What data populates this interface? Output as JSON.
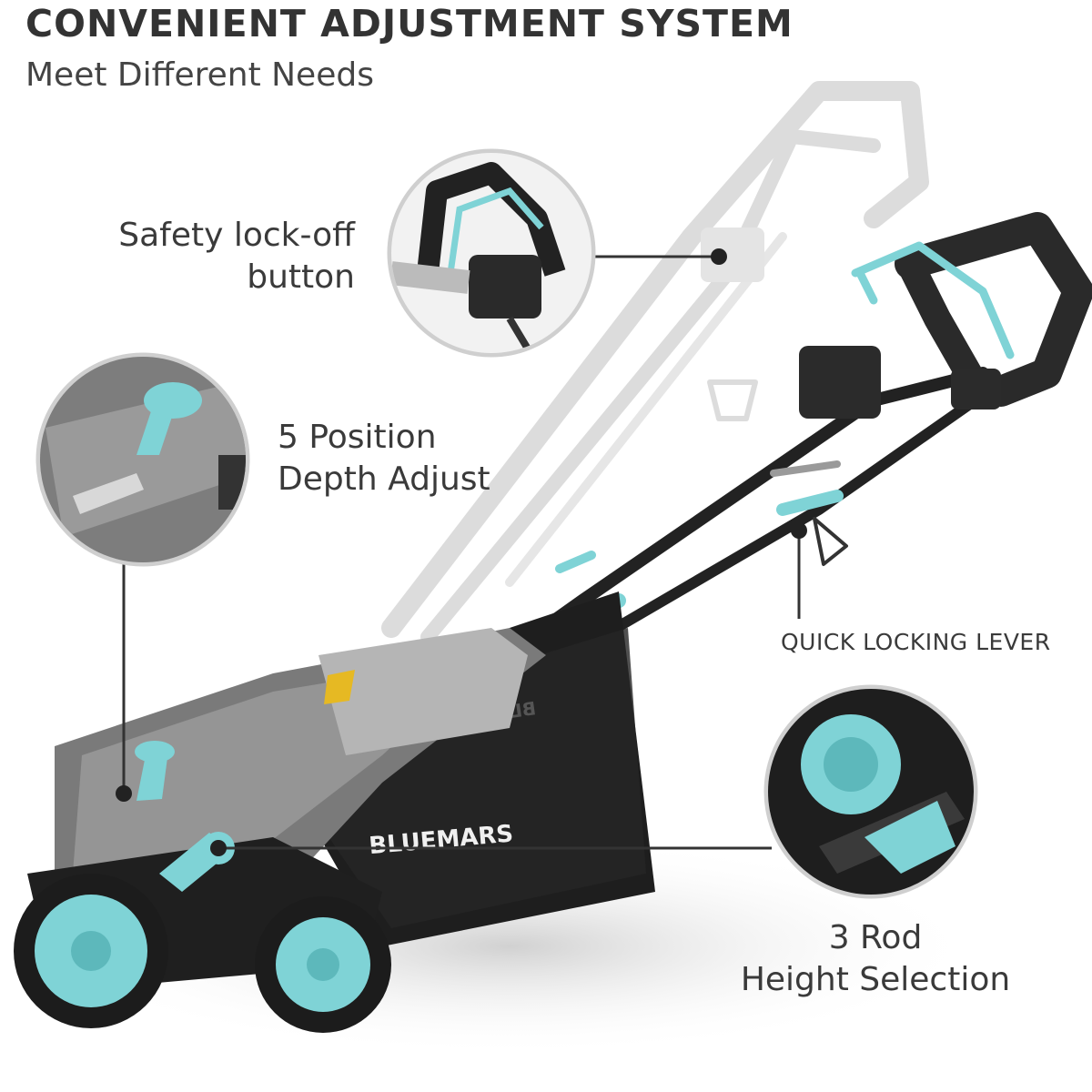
{
  "header": {
    "title": "CONVENIENT ADJUSTMENT SYSTEM",
    "subtitle": "Meet Different Needs"
  },
  "callouts": {
    "safety": {
      "line1": "Safety lock-off",
      "line2": "button"
    },
    "depth": {
      "line1": "5 Position",
      "line2": "Depth Adjust"
    },
    "lever": {
      "text": "QUICK LOCKING LEVER"
    },
    "rod": {
      "line1": "3 Rod",
      "line2": "Height Selection"
    }
  },
  "product": {
    "brand": "BLUEMARS"
  },
  "colors": {
    "accent": "#7fd3d6",
    "body": "#8a8a8a",
    "dark": "#2b2b2b",
    "ghost": "#d9d9d9"
  }
}
